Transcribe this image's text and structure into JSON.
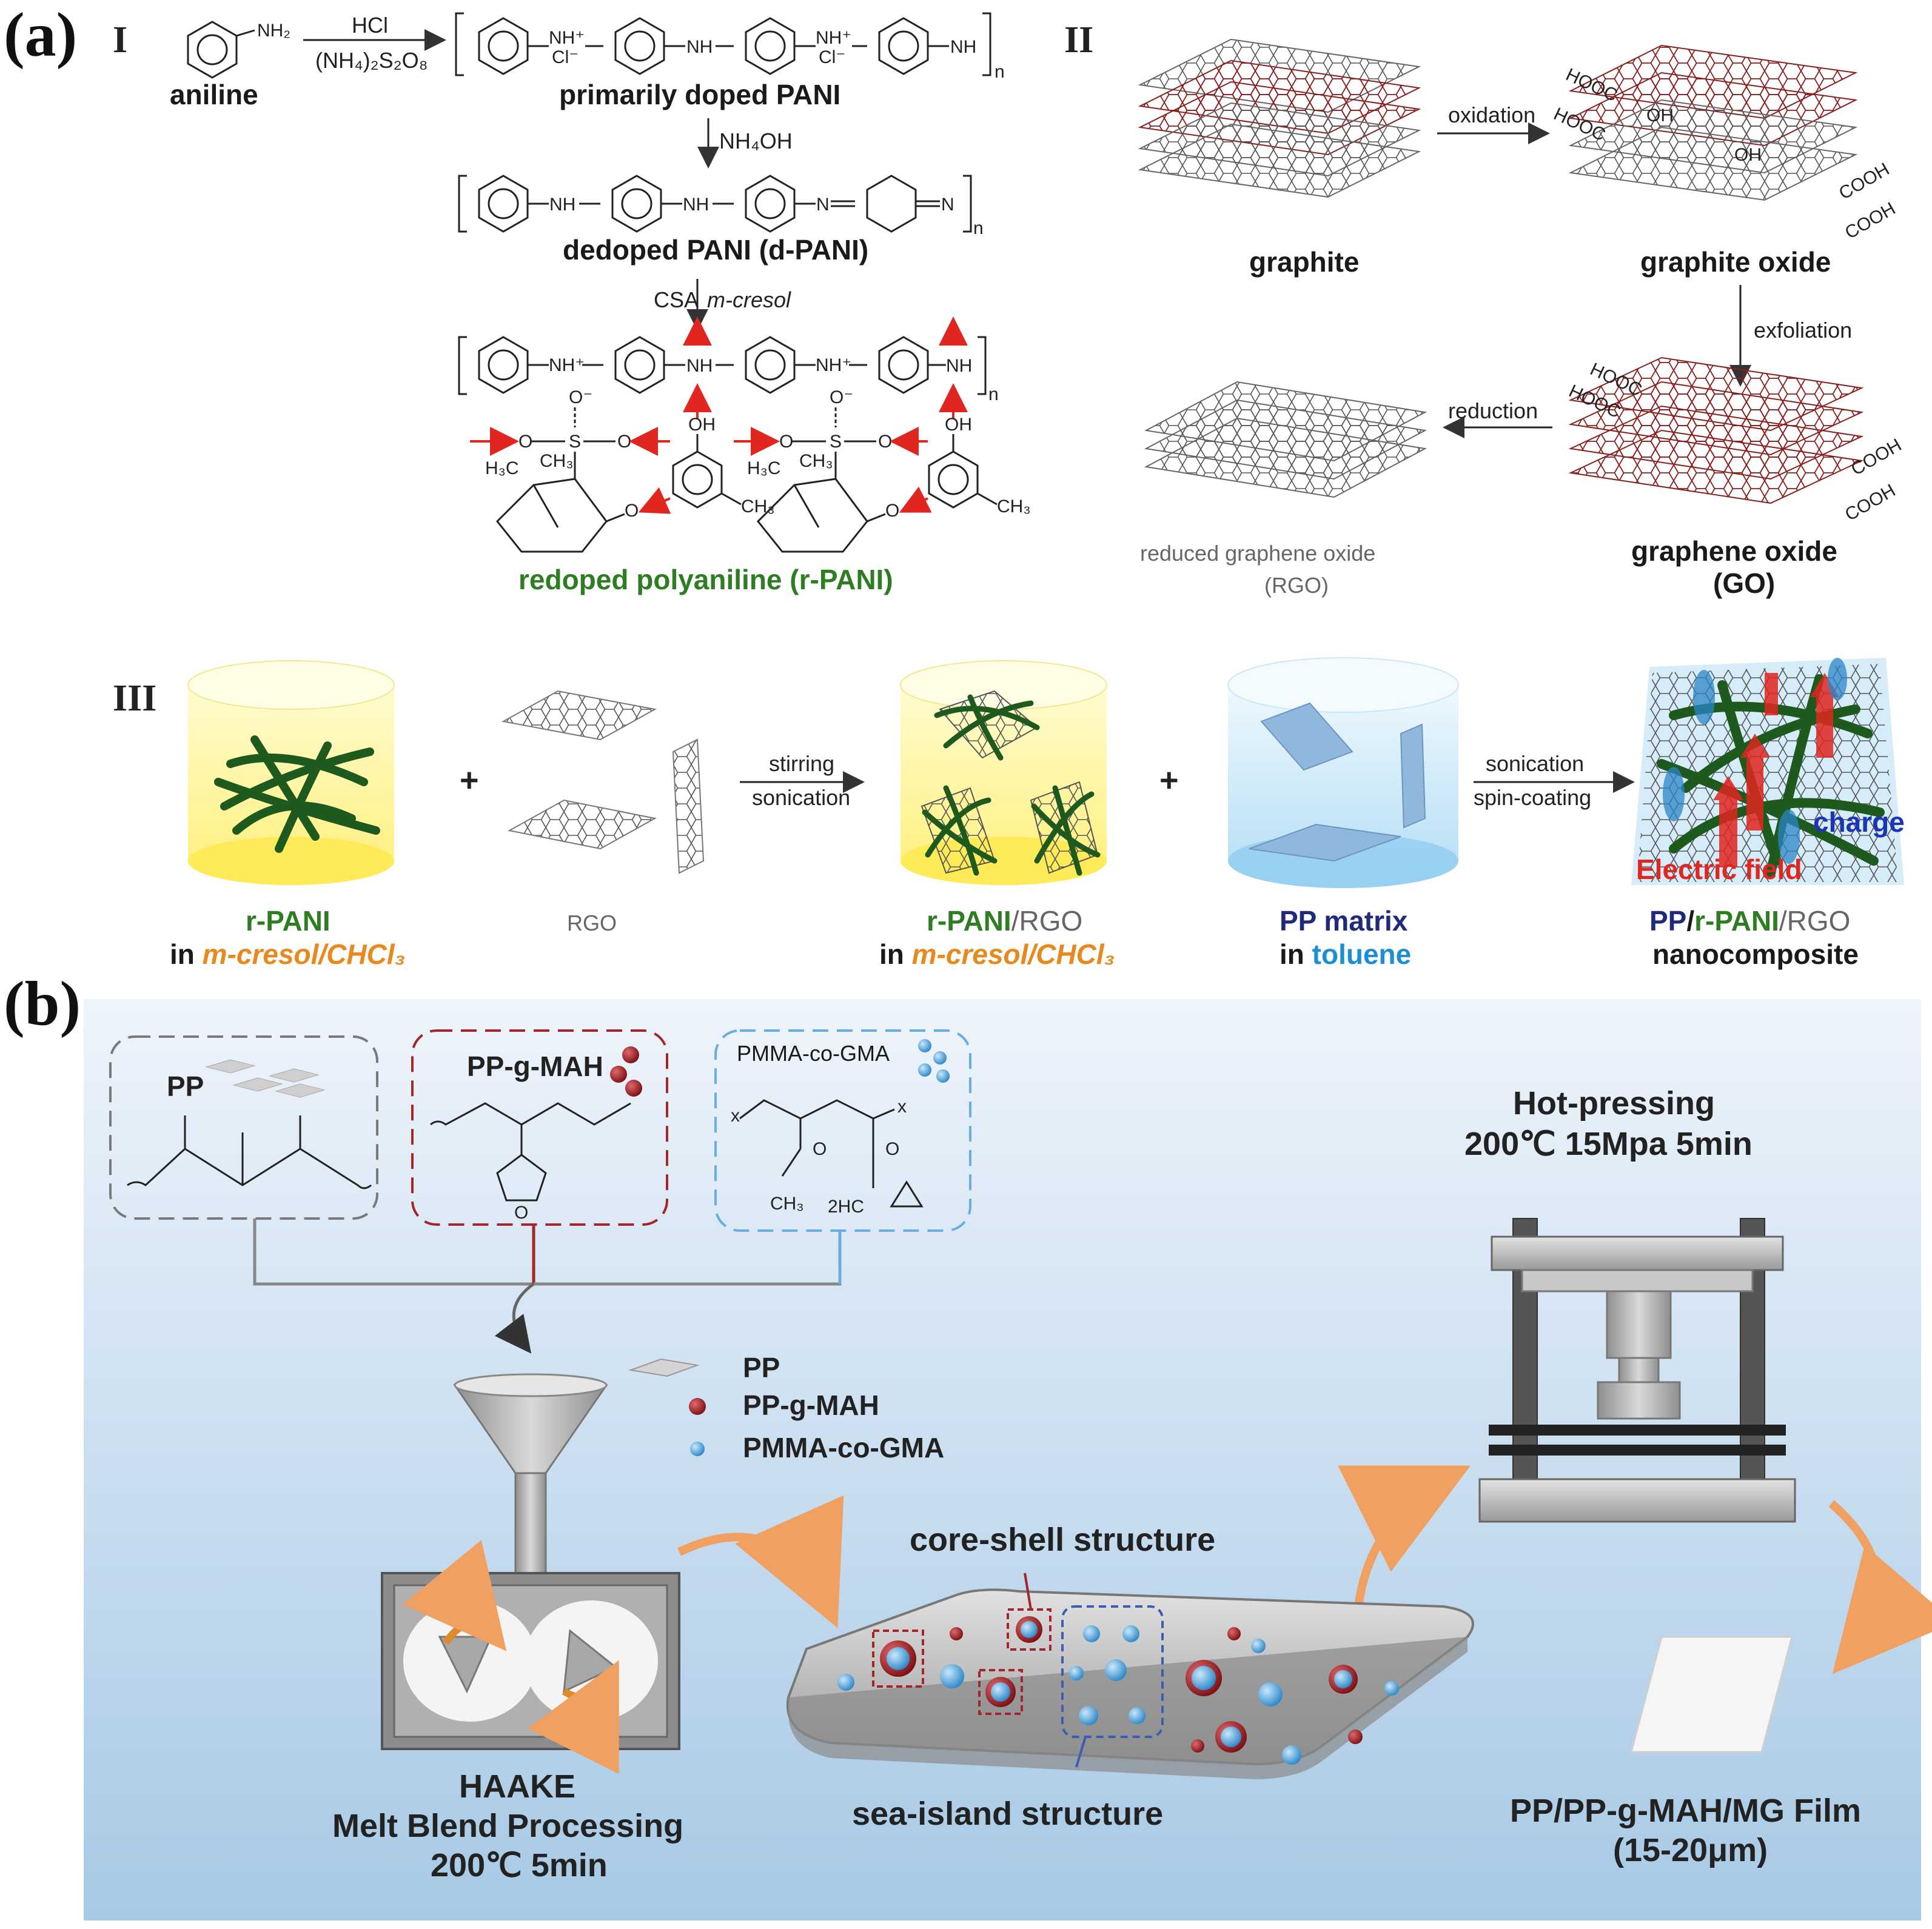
{
  "panel_a": {
    "tag": "(a)",
    "part_I": {
      "roman": "I",
      "aniline": "aniline",
      "aniline_nh2": "NH₂",
      "reagent_top": "HCl",
      "reagent_bottom": "(NH₄)₂S₂O₈",
      "primarily_doped": "primarily doped PANI",
      "nh4oh": "NH₄OH",
      "dedoped": "dedoped PANI (d-PANI)",
      "csa": "CSA",
      "mcresol": "m-cresol",
      "redoped": "redoped polyaniline (r-PANI)",
      "nh_plus": "NH⁺",
      "cl_minus": "Cl⁻",
      "nh": "NH",
      "n": "n",
      "oh": "OH",
      "o_minus": "O⁻",
      "o": "O",
      "s": "S",
      "h3c": "H₃C",
      "ch3": "CH₃"
    },
    "part_II": {
      "roman": "II",
      "graphite": "graphite",
      "oxidation": "oxidation",
      "graphite_oxide": "graphite oxide",
      "exfoliation": "exfoliation",
      "reduction": "reduction",
      "rgo_line1": "reduced graphene oxide",
      "rgo_line2": "(RGO)",
      "go_line1": "graphene oxide",
      "go_line2": "(GO)",
      "cooh": "COOH",
      "hooc": "HOOC",
      "oh": "OH"
    },
    "part_III": {
      "roman": "III",
      "plus": "+",
      "stirring": "stirring",
      "sonication": "sonication",
      "sonication2": "sonication",
      "spin_coating": "spin-coating",
      "charge": "charge",
      "electric_field": "Electric field",
      "cap1_top": "r-PANI",
      "cap1_bot_a": "in ",
      "cap1_bot_b": "m-cresol/CHCl₃",
      "cap2": "RGO",
      "cap3_top_a": "r-PANI",
      "cap3_top_b": "/RGO",
      "cap3_bot_a": "in ",
      "cap3_bot_b": "m-cresol/CHCl₃",
      "cap4_top": "PP matrix",
      "cap4_bot_a": "in ",
      "cap4_bot_b": "toluene",
      "cap5_top_a": "PP",
      "cap5_top_b": "/",
      "cap5_top_c": "r-PANI",
      "cap5_top_d": "/RGO",
      "cap5_bot": "nanocomposite"
    }
  },
  "panel_b": {
    "tag": "(b)",
    "box_pp": "PP",
    "box_ppgmah": "PP-g-MAH",
    "box_pmma": "PMMA-co-GMA",
    "legend": [
      {
        "label": "PP",
        "color": "#333333"
      },
      {
        "label": "PP-g-MAH",
        "color": "#a3262a"
      },
      {
        "label": "PMMA-co-GMA",
        "color": "#6aaee0"
      }
    ],
    "haake_line1": "HAAKE",
    "haake_line2": "Melt Blend Processing",
    "haake_line3": "200℃ 5min",
    "core_shell": "core-shell structure",
    "sea_island": "sea-island structure",
    "hot_line1": "Hot-pressing",
    "hot_line2": "200℃ 15Mpa 5min",
    "film_line1": "PP/PP-g-MAH/MG Film",
    "film_line2": "(15-20μm)",
    "chem_x": "x",
    "chem_o": "O",
    "chem_ch3": "CH₃",
    "chem_2hc": "2HC"
  },
  "colors": {
    "graphene_red": "#8b1d1d",
    "pani_green": "#1e5a1e",
    "beaker_yellow": "#fff59a",
    "beaker_blue": "#bfe3f7",
    "bg_b_top": "#e9f1fa",
    "bg_b_bottom": "#a9cbe6",
    "ppgmah_red": "#a3262a",
    "pmma_blue": "#5aa8de"
  }
}
